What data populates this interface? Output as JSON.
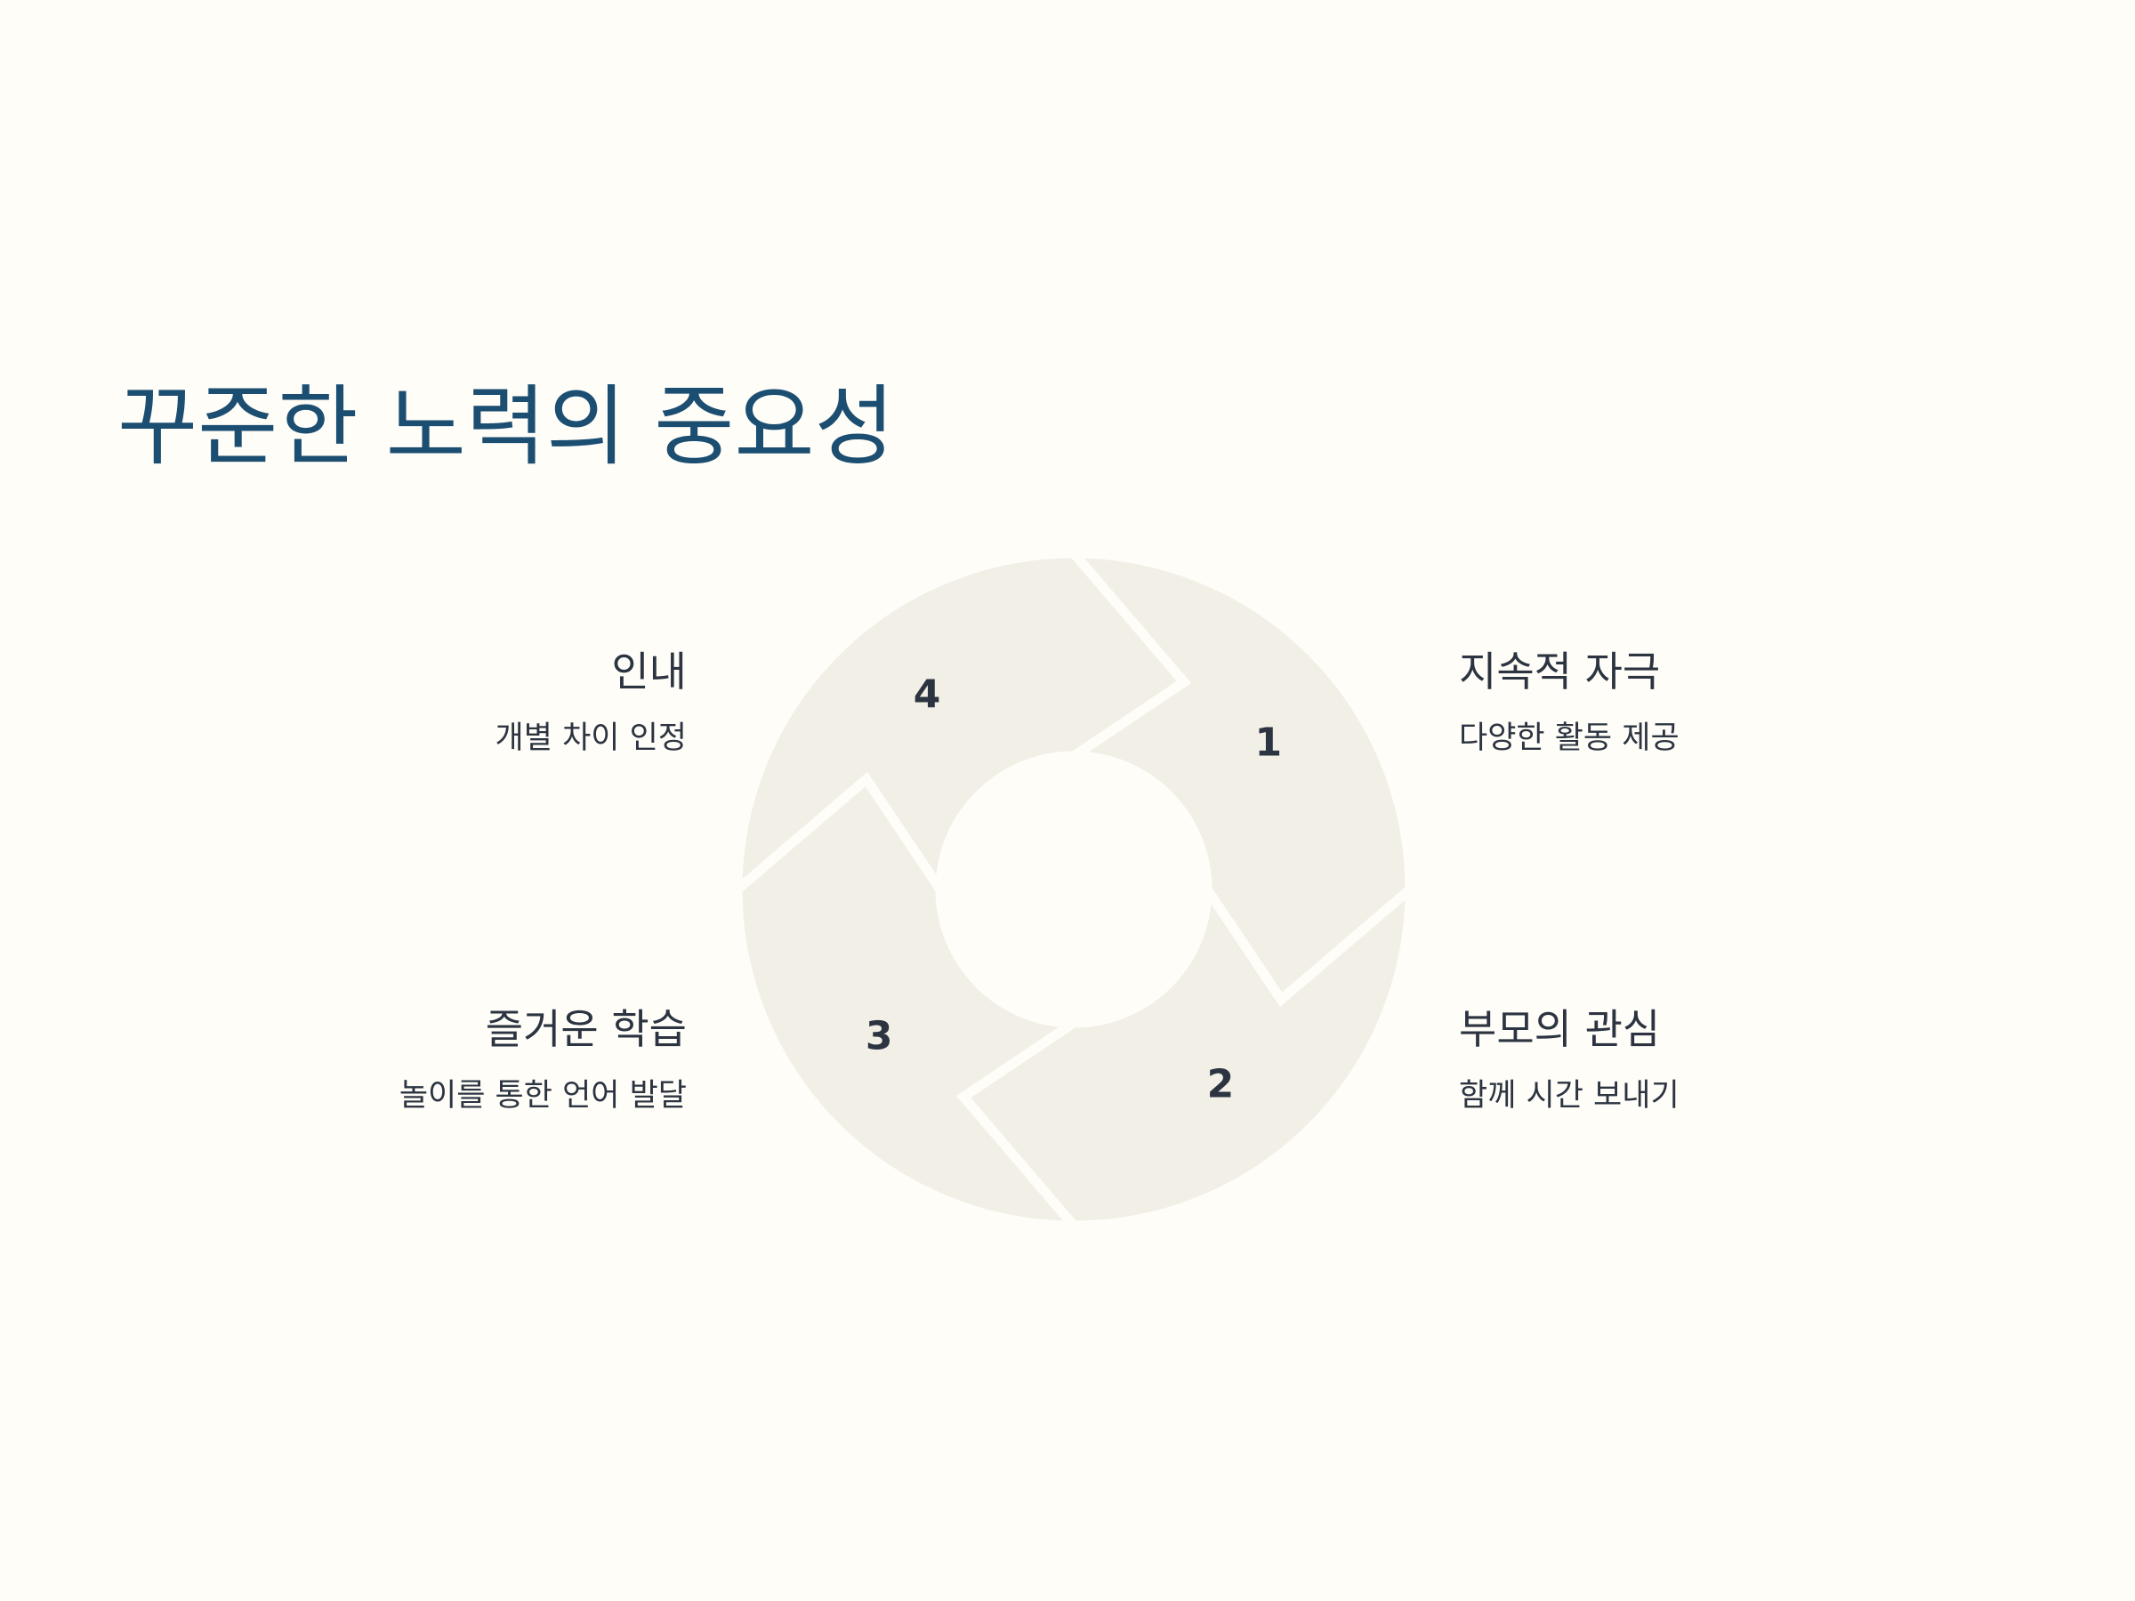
{
  "title": "꾸준한 노력의 중요성",
  "steps": [
    {
      "number": "1",
      "heading": "인내",
      "description": "개별 차이 인정"
    },
    {
      "number": "2",
      "heading": "지속적 자극",
      "description": "다양한 활동 제공"
    },
    {
      "number": "3",
      "heading": "부모의 관심",
      "description": "함께 시간 보내기"
    },
    {
      "number": "4",
      "heading": "즐거운 학습",
      "description": "놀이를 통한 언어 발달"
    }
  ],
  "colors": {
    "background": "#fffdf8",
    "title": "#1c4e72",
    "segment_fill": "#f2efe7",
    "text": "#2b3440"
  }
}
